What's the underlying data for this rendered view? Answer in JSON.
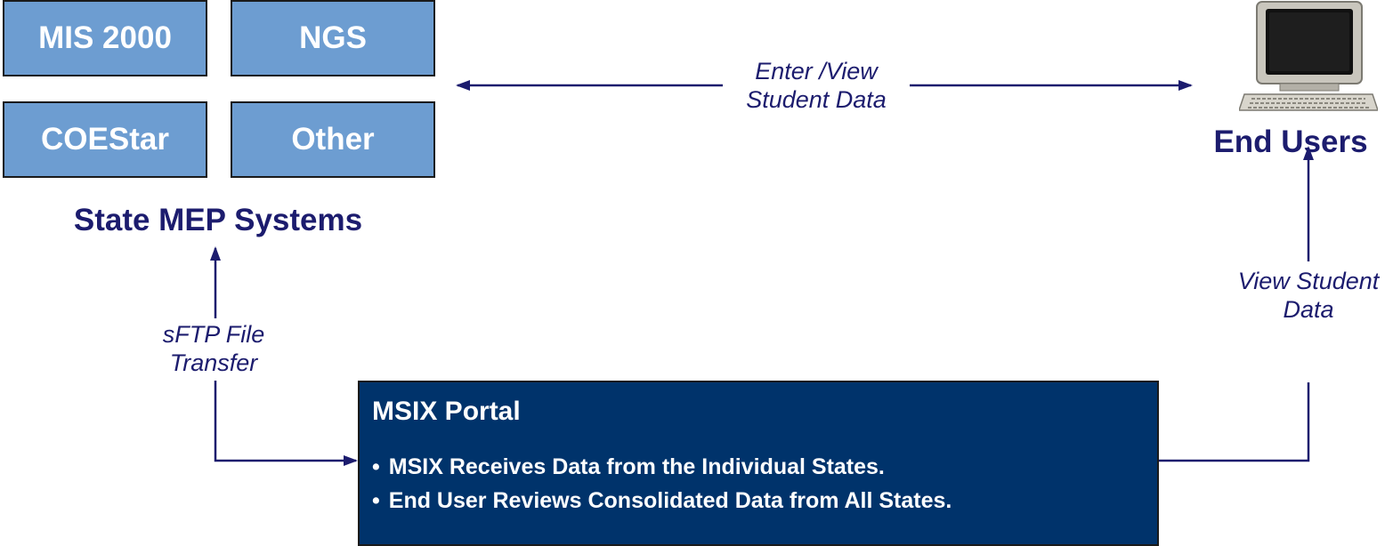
{
  "state_systems": {
    "boxes": [
      "MIS 2000",
      "NGS",
      "COEStar",
      "Other"
    ],
    "title": "State MEP Systems"
  },
  "end_users": {
    "label": "End Users",
    "icon": "computer-icon"
  },
  "flows": {
    "enter_view": [
      "Enter /View",
      "Student Data"
    ],
    "sftp": [
      "sFTP File",
      "Transfer"
    ],
    "view_student": [
      "View Student",
      "Data"
    ]
  },
  "portal": {
    "title": "MSIX Portal",
    "bullets": [
      "MSIX Receives Data from the Individual States.",
      "End User Reviews Consolidated Data from All States."
    ]
  },
  "colors": {
    "box_fill": "#6d9dd1",
    "portal_fill": "#00336b",
    "text_navy": "#1c1c6e",
    "arrow": "#1c1c6e"
  }
}
